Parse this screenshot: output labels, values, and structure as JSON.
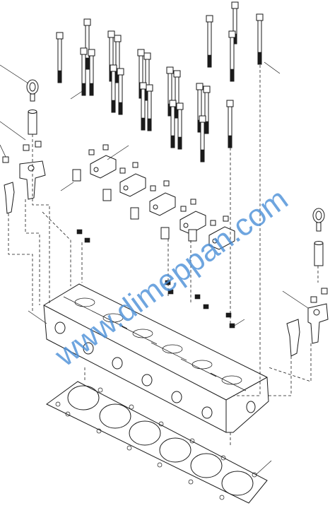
{
  "watermark": "www.dimeppan.com",
  "colors": {
    "line": "#1a1a1a",
    "watermark": "#4a8fd8",
    "background": "#ffffff"
  },
  "parts": [
    {
      "id": "cylinder-head-bolt-long",
      "icon": "bolt-icon"
    },
    {
      "id": "cylinder-head-bolt-short",
      "icon": "bolt-icon"
    },
    {
      "id": "lifting-eye",
      "icon": "lifting-eye-icon"
    },
    {
      "id": "spacer-sleeve",
      "icon": "sleeve-icon"
    },
    {
      "id": "rocker-bracket",
      "icon": "bracket-icon"
    },
    {
      "id": "nut",
      "icon": "nut-icon"
    },
    {
      "id": "valve-stem-seal",
      "icon": "seal-icon"
    },
    {
      "id": "cylinder-head",
      "icon": "cylinder-head-icon"
    },
    {
      "id": "head-gasket",
      "icon": "gasket-icon"
    }
  ]
}
